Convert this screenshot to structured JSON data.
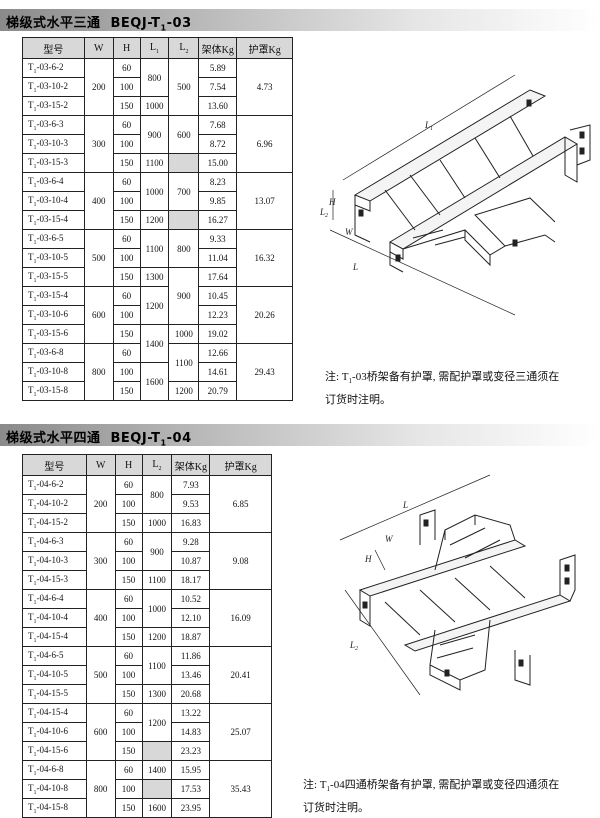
{
  "section1": {
    "title": "梯级式水平三通",
    "model_code": "BEQJ-T",
    "model_sub": "1",
    "model_suffix": "-03",
    "headers": {
      "model": "型号",
      "w": "W",
      "h": "H",
      "l1": "L",
      "l1_sub": "1",
      "l2": "L",
      "l2_sub": "2",
      "frame": "架体Kg",
      "cover": "护罩Kg"
    },
    "rows": [
      {
        "m": "-03-6-2",
        "h": "60",
        "frame": "5.89"
      },
      {
        "m": "-03-10-2",
        "h": "100",
        "frame": "7.54"
      },
      {
        "m": "-03-15-2",
        "h": "150",
        "frame": "13.60"
      },
      {
        "m": "-03-6-3",
        "h": "60",
        "frame": "7.68"
      },
      {
        "m": "-03-10-3",
        "h": "100",
        "frame": "8.72"
      },
      {
        "m": "-03-15-3",
        "h": "150",
        "frame": "15.00"
      },
      {
        "m": "-03-6-4",
        "h": "60",
        "frame": "8.23"
      },
      {
        "m": "-03-10-4",
        "h": "100",
        "frame": "9.85"
      },
      {
        "m": "-03-15-4",
        "h": "150",
        "frame": "16.27"
      },
      {
        "m": "-03-6-5",
        "h": "60",
        "frame": "9.33"
      },
      {
        "m": "-03-10-5",
        "h": "100",
        "frame": "11.04"
      },
      {
        "m": "-03-15-5",
        "h": "150",
        "frame": "17.64"
      },
      {
        "m": "-03-15-4",
        "h": "60",
        "frame": "10.45"
      },
      {
        "m": "-03-10-6",
        "h": "100",
        "frame": "12.23"
      },
      {
        "m": "-03-15-6",
        "h": "150",
        "frame": "19.02"
      },
      {
        "m": "-03-6-8",
        "h": "60",
        "frame": "12.66"
      },
      {
        "m": "-03-10-8",
        "h": "100",
        "frame": "14.61"
      },
      {
        "m": "-03-15-8",
        "h": "150",
        "frame": "20.79"
      }
    ],
    "w": [
      "200",
      "300",
      "400",
      "500",
      "600",
      "800"
    ],
    "l1": [
      "800",
      "1000",
      "900",
      "1100",
      "1000",
      "1200",
      "1100",
      "1300",
      "1200",
      "1400",
      "1600"
    ],
    "l2": [
      "500",
      "600",
      "700",
      "800",
      "900",
      "1000",
      "1100",
      "1200"
    ],
    "cover": [
      "4.73",
      "6.96",
      "13.07",
      "16.32",
      "20.26",
      "29.43"
    ],
    "note_line1_a": "注: T",
    "note_sub": "1",
    "note_line1_b": "-03桥架备有护罩, 需配护罩或变径三通须在",
    "note_line2": "订货时注明。",
    "diagram_labels": {
      "l1": "L",
      "l1_sub": "1",
      "l2": "L",
      "l2_sub": "2",
      "w": "W",
      "h": "H",
      "l": "L"
    }
  },
  "section2": {
    "title": "梯级式水平四通",
    "model_code": "BEQJ-T",
    "model_sub": "1",
    "model_suffix": "-04",
    "headers": {
      "model": "型号",
      "w": "W",
      "h": "H",
      "l2": "L",
      "l2_sub": "2",
      "frame": "架体Kg",
      "cover": "护罩Kg"
    },
    "rows": [
      {
        "m": "-04-6-2",
        "h": "60",
        "frame": "7.93"
      },
      {
        "m": "-04-10-2",
        "h": "100",
        "frame": "9.53"
      },
      {
        "m": "-04-15-2",
        "h": "150",
        "frame": "16.83"
      },
      {
        "m": "-04-6-3",
        "h": "60",
        "frame": "9.28"
      },
      {
        "m": "-04-10-3",
        "h": "100",
        "frame": "10.87"
      },
      {
        "m": "-04-15-3",
        "h": "150",
        "frame": "18.17"
      },
      {
        "m": "-04-6-4",
        "h": "60",
        "frame": "10.52"
      },
      {
        "m": "-04-10-4",
        "h": "100",
        "frame": "12.10"
      },
      {
        "m": "-04-15-4",
        "h": "150",
        "frame": "18.87"
      },
      {
        "m": "-04-6-5",
        "h": "60",
        "frame": "11.86"
      },
      {
        "m": "-04-10-5",
        "h": "100",
        "frame": "13.46"
      },
      {
        "m": "-04-15-5",
        "h": "150",
        "frame": "20.68"
      },
      {
        "m": "-04-15-4",
        "h": "60",
        "frame": "13.22"
      },
      {
        "m": "-04-10-6",
        "h": "100",
        "frame": "14.83"
      },
      {
        "m": "-04-15-6",
        "h": "150",
        "frame": "23.23"
      },
      {
        "m": "-04-6-8",
        "h": "60",
        "frame": "15.95"
      },
      {
        "m": "-04-10-8",
        "h": "100",
        "frame": "17.53"
      },
      {
        "m": "-04-15-8",
        "h": "150",
        "frame": "23.95"
      }
    ],
    "w": [
      "200",
      "300",
      "400",
      "500",
      "600",
      "800"
    ],
    "l2": [
      "800",
      "1000",
      "900",
      "1100",
      "1000",
      "1200",
      "1100",
      "1300",
      "1200",
      "1400",
      "1600"
    ],
    "cover": [
      "6.85",
      "9.08",
      "16.09",
      "20.41",
      "25.07",
      "35.43"
    ],
    "note_line1_a": "注: T",
    "note_sub": "1",
    "note_line1_b": "-04四通桥架备有护罩, 需配护罩或变径四通须在",
    "note_line2": "订货时注明。",
    "diagram_labels": {
      "l": "L",
      "l2": "L",
      "l2_sub": "2",
      "w": "W",
      "h": "H"
    }
  },
  "model_prefix": "T",
  "model_prefix_sub": "1"
}
